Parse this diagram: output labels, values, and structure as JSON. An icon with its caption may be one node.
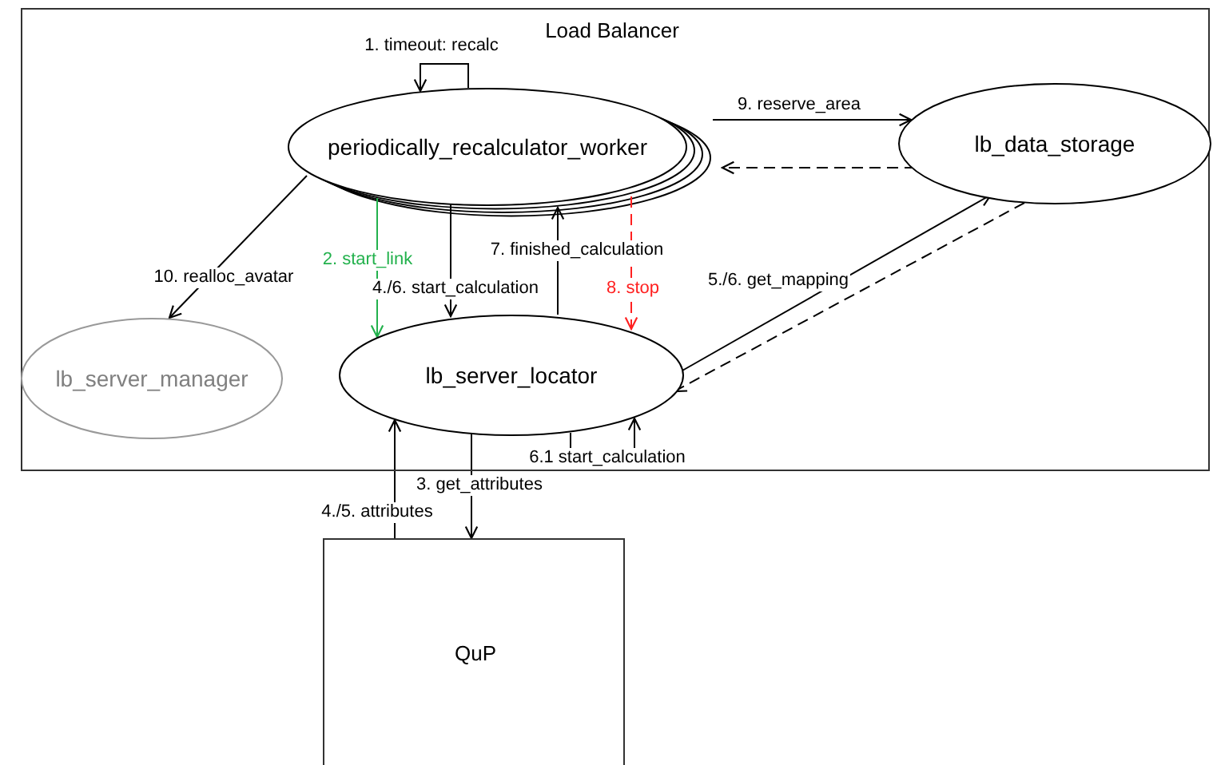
{
  "diagram": {
    "nodes": [
      {
        "text": [
          "Load Balancer"
        ]
      },
      {
        "text": [
          "periodically_recalculator_worker"
        ],
        "in": 0
      },
      {
        "text": [
          "lb_data_storage"
        ],
        "in": 0
      },
      {
        "text": [
          "lb_server_manager"
        ],
        "in": 0
      },
      {
        "text": [
          "lb_server_locator"
        ],
        "in": 0
      },
      {
        "text": [
          "QuP"
        ]
      }
    ],
    "edges": [
      {
        "from": 1,
        "to": 1,
        "arrow": "to",
        "label": "1. timeout: recalc"
      },
      {
        "from": 1,
        "to": 4,
        "arrow": "to",
        "label": "2. start_link",
        "color": "#22b14c"
      },
      {
        "from": 1,
        "to": 4,
        "arrow": "to",
        "label": "4./6. start_calculation"
      },
      {
        "from": 4,
        "to": 1,
        "arrow": "to",
        "label": "7. finished_calculation"
      },
      {
        "from": 1,
        "to": 4,
        "arrow": "to",
        "label": "8. stop",
        "style": "dashed",
        "color": "#ff2020"
      },
      {
        "from": 1,
        "to": 2,
        "arrow": "to",
        "label": "9. reserve_area"
      },
      {
        "from": 2,
        "to": 1,
        "arrow": "to",
        "style": "dashed"
      },
      {
        "from": 1,
        "to": 3,
        "arrow": "to",
        "label": "10. realloc_avatar"
      },
      {
        "from": 4,
        "to": 2,
        "arrow": "to",
        "label": "5./6. get_mapping"
      },
      {
        "from": 2,
        "to": 4,
        "arrow": "to",
        "style": "dashed"
      },
      {
        "from": 4,
        "to": 4,
        "arrow": "to",
        "label": "6.1 start_calculation"
      },
      {
        "from": 4,
        "to": 5,
        "arrow": "to",
        "label": "3. get_attributes"
      },
      {
        "from": 5,
        "to": 4,
        "arrow": "to",
        "label": "4./5. attributes"
      }
    ]
  }
}
